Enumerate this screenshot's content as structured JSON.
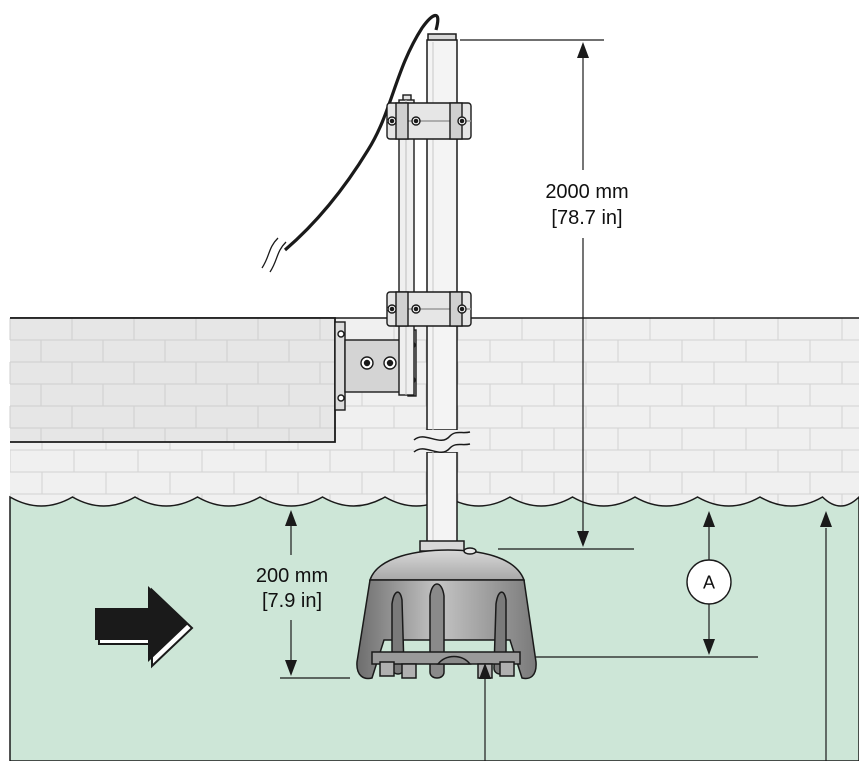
{
  "dimensions": {
    "pole_length": {
      "metric": "2000 mm",
      "imperial": "[78.7 in]"
    },
    "sensor_depth": {
      "metric": "200 mm",
      "imperial": "[7.9 in]"
    }
  },
  "callout_label": "A",
  "colors": {
    "water": "#cde6d7",
    "wall_face": "#f0f0f0",
    "wall_mortar": "#d2d2d2",
    "ledge": "#e6e6e6",
    "outline": "#1a1a1a",
    "sensor_body": "#9e9e9e",
    "arrow_fill": "#1a1a1a"
  },
  "icons": [
    "flow-direction-arrow",
    "cable-break-symbol",
    "pole-break-symbol"
  ]
}
